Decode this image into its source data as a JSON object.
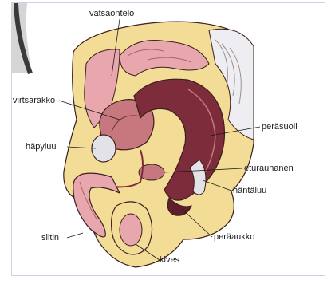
{
  "labels": {
    "vatsaontelo": "vatsaontelo",
    "virtsarakko": "virtsarakko",
    "hapyluu": "häpyluu",
    "siitin": "siitin",
    "kives": "kives",
    "perasuoli": "peräsuoli",
    "eturauhanen": "eturauhanen",
    "hantaluu": "häntäluu",
    "peraaukko": "peräaukko"
  },
  "colors": {
    "skin": "#f3dc95",
    "tissue": "#e7a7ad",
    "organ": "#c7787f",
    "cavity": "#7c2c3a",
    "dark": "#5c1f2b",
    "bone": "#e2e2e8",
    "outline": "#3b1f1f"
  }
}
